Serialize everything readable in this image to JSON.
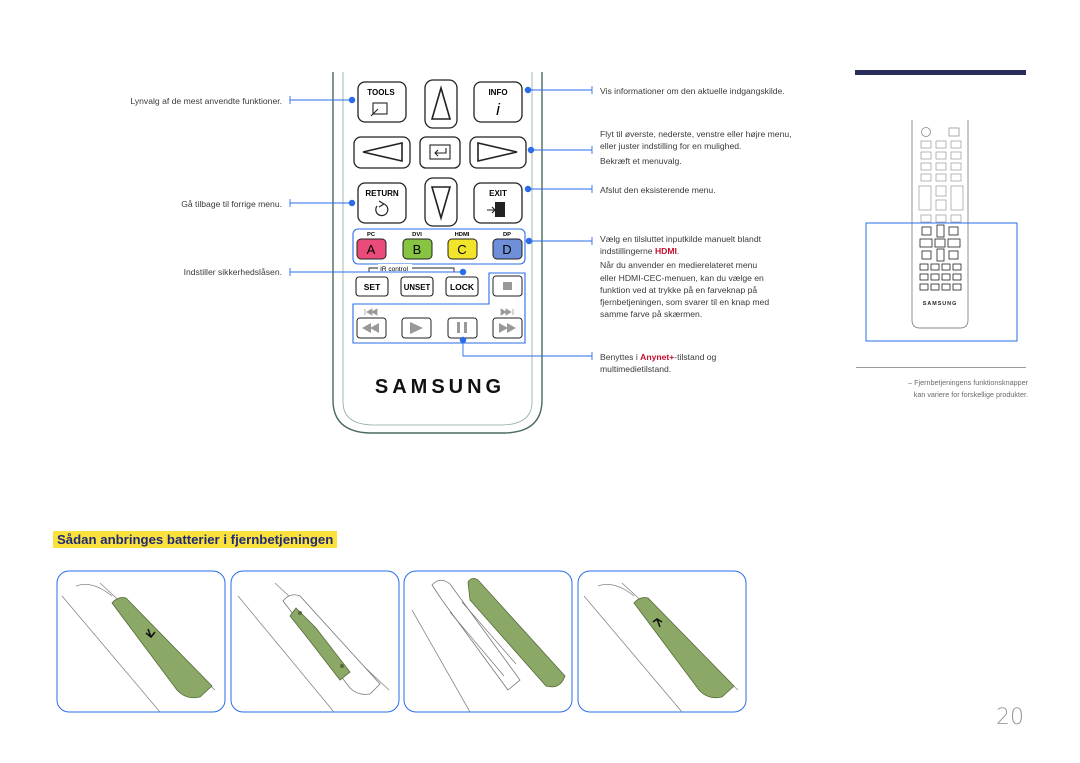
{
  "remote": {
    "tools": "TOOLS",
    "info": "INFO",
    "return": "RETURN",
    "exit": "EXIT",
    "source_labels": [
      "PC",
      "DVI",
      "HDMI",
      "DP"
    ],
    "color_keys": [
      {
        "letter": "A",
        "color": "#e94b7a"
      },
      {
        "letter": "B",
        "color": "#86c441"
      },
      {
        "letter": "C",
        "color": "#f1e42a"
      },
      {
        "letter": "D",
        "color": "#6f8fd8"
      }
    ],
    "ir_control": "IR control",
    "set": "SET",
    "unset": "UNSET",
    "lock": "LOCK",
    "brand": "SAMSUNG"
  },
  "callouts_left": {
    "tools": "Lynvalg af de mest anvendte funktioner.",
    "return": "Gå tilbage til forrige menu.",
    "lock": "Indstiller sikkerhedslåsen."
  },
  "callouts_right": {
    "info": "Vis informationer om den aktuelle indgangskilde.",
    "arrows_1": "Flyt til øverste, nederste, venstre eller højre menu,",
    "arrows_2": "eller juster indstilling for en mulighed.",
    "arrows_3": "Bekræft et menuvalg.",
    "exit": "Afslut den eksisterende menu.",
    "color_1": "Vælg en tilsluttet inputkilde manuelt blandt",
    "color_2_pre": "indstillingerne ",
    "color_2_hdmi": "HDMI",
    "color_2_post": ".",
    "color_3": "Når du anvender en medierelateret menu",
    "color_4": "eller HDMI-CEC-menuen, kan du vælge en",
    "color_5": "funktion ved at trykke på en farveknap på",
    "color_6": "fjernbetjeningen, som svarer til en knap med",
    "color_7": "samme farve på skærmen.",
    "anynet_pre": "Benyttes i ",
    "anynet_link": "Anynet+",
    "anynet_post": "-tilstand og",
    "anynet_2": "multimedietilstand."
  },
  "sidebar": {
    "brand": "SAMSUNG",
    "note_dash": "–",
    "note_1": "Fjernbetjeningens funktionsknapper",
    "note_2": "kan variere for forskellige produkter."
  },
  "section_heading": "Sådan anbringes batterier i fjernbetjeningen",
  "page_number": "20",
  "colors": {
    "accent_blue": "#2b6de8",
    "heading_bg": "#fbe13c",
    "heading_text": "#1f2a78",
    "battery_green": "#8ca866",
    "remote_outline": "#4a6b5a",
    "anynet_red": "#c8102e"
  }
}
